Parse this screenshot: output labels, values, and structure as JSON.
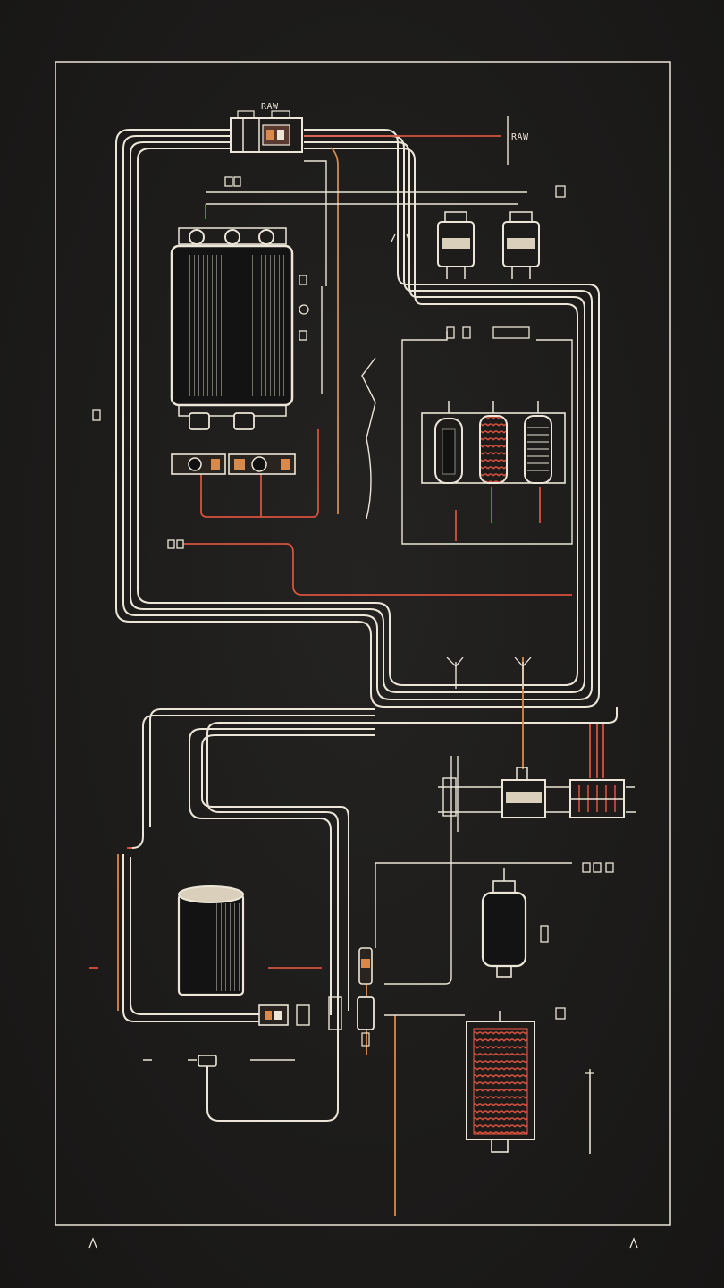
{
  "colors": {
    "background": "#1d1c1b",
    "line": "#ece6d8",
    "accent_red": "#d8513e",
    "accent_orange": "#d98a4a"
  },
  "labels": {
    "top_connector": "RAW",
    "top_right_tag": "RAW"
  },
  "components": [
    {
      "name": "terminal-block",
      "icon": "connector-icon"
    },
    {
      "name": "transformer",
      "icon": "transformer-icon"
    },
    {
      "name": "relay-pair",
      "icon": "relay-icon"
    },
    {
      "name": "resistor-bank",
      "icon": "resistor-icon"
    },
    {
      "name": "capacitor",
      "icon": "capacitor-icon"
    },
    {
      "name": "inductor-coil",
      "icon": "coil-icon"
    },
    {
      "name": "fuse-block",
      "icon": "fuse-icon"
    },
    {
      "name": "heater-coil",
      "icon": "heater-icon"
    }
  ]
}
